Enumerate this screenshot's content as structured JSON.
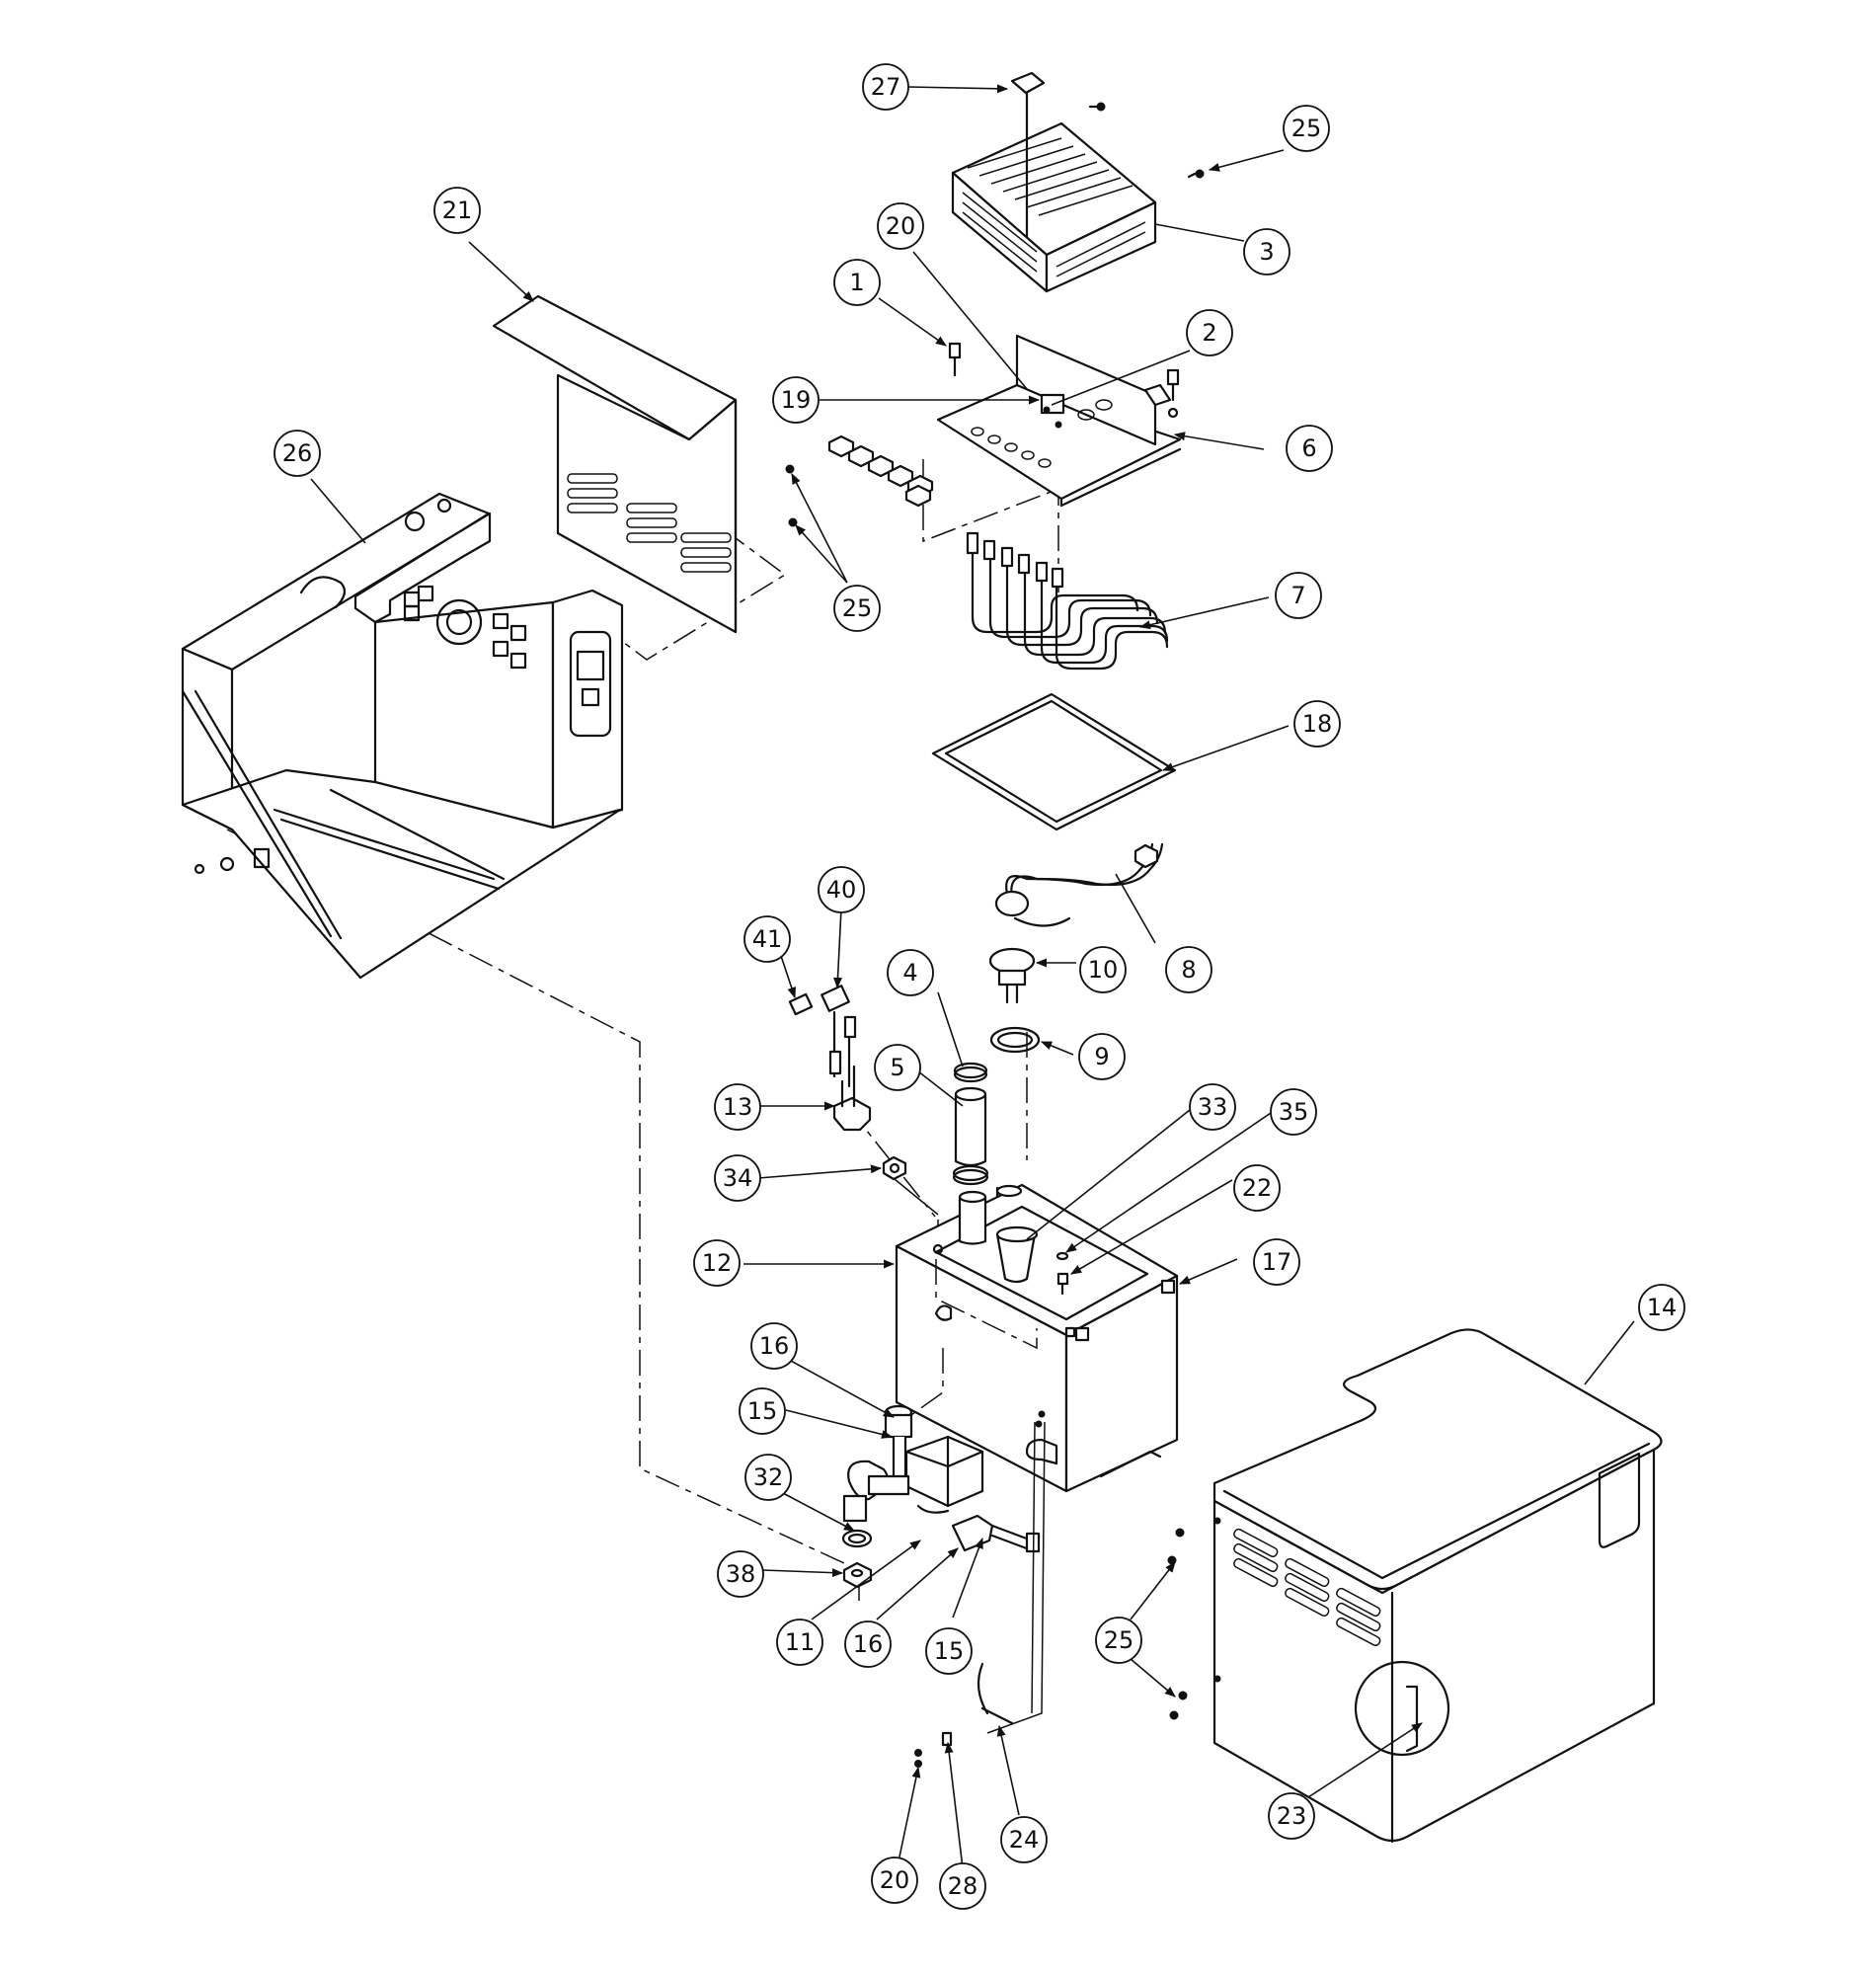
{
  "diagram": {
    "callouts": [
      "27",
      "25",
      "3",
      "21",
      "20",
      "1",
      "2",
      "19",
      "6",
      "26",
      "25",
      "7",
      "18",
      "40",
      "41",
      "4",
      "8",
      "10",
      "9",
      "5",
      "33",
      "35",
      "13",
      "34",
      "22",
      "12",
      "17",
      "14",
      "16",
      "15",
      "32",
      "38",
      "11",
      "16",
      "15",
      "25",
      "23",
      "24",
      "20",
      "28"
    ]
  }
}
